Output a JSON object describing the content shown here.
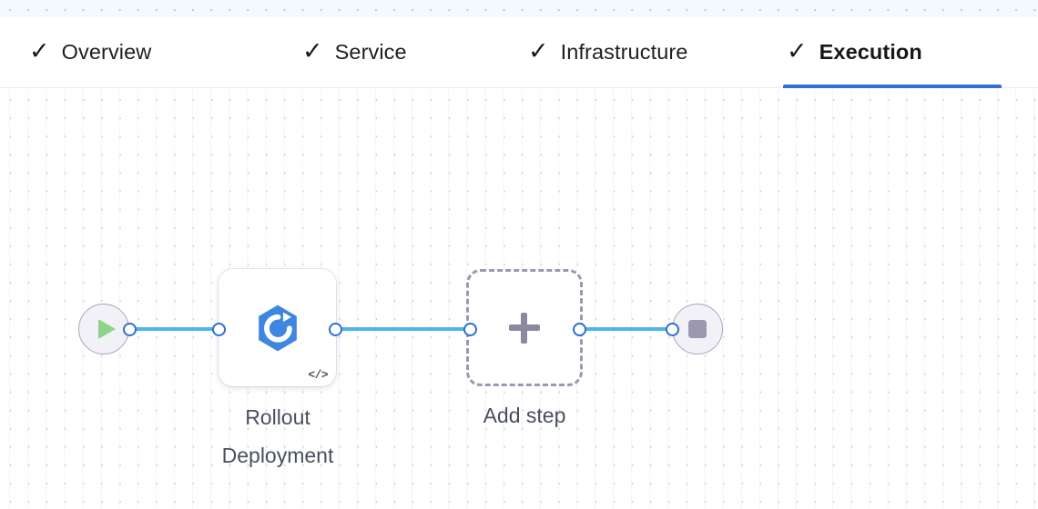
{
  "tabs": [
    {
      "id": "overview",
      "label": "Overview",
      "icon": "check-icon",
      "completed": true,
      "active": false
    },
    {
      "id": "service",
      "label": "Service",
      "icon": "check-icon",
      "completed": true,
      "active": false
    },
    {
      "id": "infrastructure",
      "label": "Infrastructure",
      "icon": "check-icon",
      "completed": true,
      "active": false
    },
    {
      "id": "execution",
      "label": "Execution",
      "icon": "check-icon",
      "completed": true,
      "active": true
    }
  ],
  "tab_icons": {
    "check": "✓"
  },
  "colors": {
    "active_tab_underline": "#2f72d4",
    "edge": "#4fb3f0",
    "port_border": "#2f6fd0",
    "start_play": "#8ed48d",
    "end_stop": "#9a97ae",
    "round_node_fill": "#f2f1f7",
    "round_node_border": "#a9a6bd",
    "step_icon": "#3f86e0",
    "dashed_border": "#9b99b1",
    "label_text": "#4a4f5e",
    "canvas_grid_dot": "#c3cbd6"
  },
  "pipeline": {
    "nodes": [
      {
        "id": "start",
        "type": "start-node",
        "icon": "play-icon",
        "label": ""
      },
      {
        "id": "rollout",
        "type": "step-card",
        "icon": "rollout-deployment-icon",
        "badge": "</>",
        "label": "Rollout\nDeployment"
      },
      {
        "id": "add-step",
        "type": "add-step-button",
        "icon": "plus-icon",
        "label": "Add step"
      },
      {
        "id": "end",
        "type": "end-node",
        "icon": "stop-icon",
        "label": ""
      }
    ],
    "edges": [
      {
        "id": "edge-1",
        "from": "start",
        "to": "rollout"
      },
      {
        "id": "edge-2",
        "from": "rollout",
        "to": "add-step"
      },
      {
        "id": "edge-3",
        "from": "add-step",
        "to": "end"
      }
    ],
    "labels": {
      "rollout": "Rollout\nDeployment",
      "add_step": "Add step"
    },
    "badges": {
      "rollout_code": "</>"
    }
  }
}
